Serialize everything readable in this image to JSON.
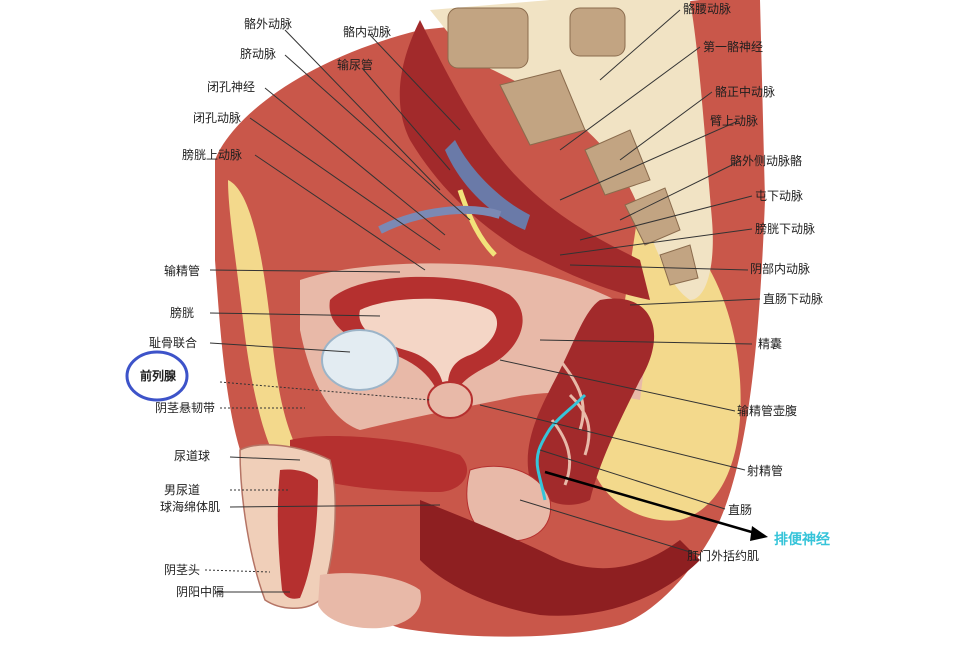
{
  "colors": {
    "background": "#ffffff",
    "muscle": "#b5302f",
    "muscle_dark": "#8e1f21",
    "tissue_pink": "#e8b9a8",
    "fat_yellow": "#f3d98c",
    "bone": "#f1e3c4",
    "bone_spongy": "#c2a482",
    "bladder_lumen": "#f4d6c6",
    "vein_blue": "#6a7aa8",
    "nerve_yellow": "#f2e37a",
    "leader_line": "#333333",
    "highlight_circle": "#3d53c9",
    "nerve_highlight": "#36c4d9",
    "arrow": "#000000"
  },
  "labels_left": [
    {
      "id": "lateral-sacral-artery",
      "text": "骼外动脉"
    },
    {
      "id": "umbilical-artery",
      "text": "脐动脉"
    },
    {
      "id": "obturator-nerve",
      "text": "闭孔神经"
    },
    {
      "id": "obturator-artery",
      "text": "闭孔动脉"
    },
    {
      "id": "superior-vesical-artery",
      "text": "膀胱上动脉"
    },
    {
      "id": "vas-deferens",
      "text": "输精管"
    },
    {
      "id": "bladder",
      "text": "膀胱"
    },
    {
      "id": "pubic-symphysis",
      "text": "耻骨联合"
    },
    {
      "id": "prostate",
      "text": "前列腺"
    },
    {
      "id": "suspensory-ligament",
      "text": "阴茎悬韧带"
    },
    {
      "id": "bulb-of-urethra",
      "text": "尿道球"
    },
    {
      "id": "male-urethra",
      "text": "男尿道"
    },
    {
      "id": "bulbospongiosus",
      "text": "球海绵体肌"
    },
    {
      "id": "glans-penis",
      "text": "阴茎头"
    },
    {
      "id": "scrotal-septum",
      "text": "阴阳中隔"
    }
  ],
  "labels_top": [
    {
      "id": "internal-iliac-artery",
      "text": "骼内动脉"
    },
    {
      "id": "ureter",
      "text": "输尿管"
    }
  ],
  "labels_right": [
    {
      "id": "iliolumbar-artery",
      "text": "骼腰动脉"
    },
    {
      "id": "first-sacral-nerve",
      "text": "第一骼神经"
    },
    {
      "id": "median-sacral-artery",
      "text": "骼正中动脉"
    },
    {
      "id": "superior-gluteal-artery",
      "text": "臂上动脉"
    },
    {
      "id": "lateral-sacral-artery-r",
      "text": "骼外侧动脉骼"
    },
    {
      "id": "inferior-gluteal-artery",
      "text": "屯下动脉"
    },
    {
      "id": "inferior-vesical-artery",
      "text": "膀胱下动脉"
    },
    {
      "id": "internal-pudendal-artery",
      "text": "阴部内动脉"
    },
    {
      "id": "inferior-rectal-artery",
      "text": "直肠下动脉"
    },
    {
      "id": "seminal-vesicle",
      "text": "精囊"
    },
    {
      "id": "ampulla-vas",
      "text": "输精管壶腹"
    },
    {
      "id": "ejaculatory-duct",
      "text": "射精管"
    },
    {
      "id": "rectum",
      "text": "直肠"
    },
    {
      "id": "external-anal-sphincter",
      "text": "肛门外括约肌"
    }
  ],
  "annotation": {
    "text": "排便神经",
    "circled_label": "前列腺"
  }
}
